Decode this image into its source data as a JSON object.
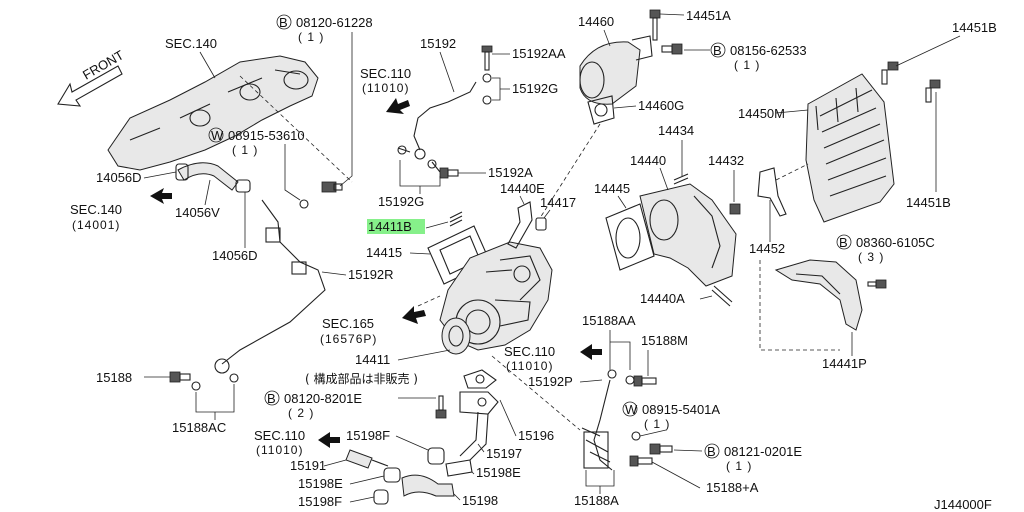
{
  "colors": {
    "highlight": "#86f08a",
    "ink": "#111111",
    "background": "#ffffff"
  },
  "labels": {
    "front": "FRONT",
    "sec140_top": "SEC.140",
    "bolt_08120_61228": "08120-61228",
    "bolt_08120_61228_qty": "( 1 )",
    "p15192": "15192",
    "p15192AA": "15192AA",
    "p14460": "14460",
    "p14451A": "14451A",
    "bolt_08156_62533": "08156-62533",
    "bolt_08156_62533_qty": "( 1 )",
    "p14451B_top": "14451B",
    "sec110_a": "SEC.110",
    "sec110_a_sub": "(11010)",
    "p15192G_top": "15192G",
    "p14460G": "14460G",
    "p14450M": "14450M",
    "washer_08915_53610": "08915-53610",
    "washer_08915_53610_qty": "( 1 )",
    "p14434": "14434",
    "p14440": "14440",
    "p14432": "14432",
    "p14056D_a": "14056D",
    "p15192A": "15192A",
    "p14445": "14445",
    "p15192G_mid": "15192G",
    "p14440E": "14440E",
    "sec140_mid": "SEC.140",
    "sec140_mid_sub": "(14001)",
    "p14056V": "14056V",
    "p14417": "14417",
    "p14451B_right": "14451B",
    "p14411B": "14411B",
    "p14415": "14415",
    "bolt_08360_6105C": "08360-6105C",
    "bolt_08360_6105C_qty": "( 3 )",
    "p14056D_b": "14056D",
    "p14452": "14452",
    "p15192R": "15192R",
    "p14440A": "14440A",
    "sec165": "SEC.165",
    "sec165_sub": "(16576P)",
    "p15188AA": "15188AA",
    "p15188M": "15188M",
    "p14411": "14411",
    "sec110_b": "SEC.110",
    "sec110_b_sub": "(11010)",
    "p14441P": "14441P",
    "note_jp": "( 構成部品は非販売 )",
    "p15188": "15188",
    "p15192P": "15192P",
    "bolt_08120_8201E": "08120-8201E",
    "bolt_08120_8201E_qty": "( 2 )",
    "washer_08915_5401A": "08915-5401A",
    "washer_08915_5401A_qty": "( 1 )",
    "p15188AC": "15188AC",
    "sec110_c": "SEC.110",
    "sec110_c_sub": "(11010)",
    "p15198F_a": "15198F",
    "p15196": "15196",
    "p15197": "15197",
    "bolt_08121_0201E": "08121-0201E",
    "bolt_08121_0201E_qty": "( 1 )",
    "p15191": "15191",
    "p15198E_a": "15198E",
    "p15198E_b": "15198E",
    "p15188plusA": "15188+A",
    "p15198F_b": "15198F",
    "p15198": "15198",
    "p15188A": "15188A",
    "diagram_code": "J144000F",
    "circle_b": "B",
    "circle_w": "W"
  }
}
